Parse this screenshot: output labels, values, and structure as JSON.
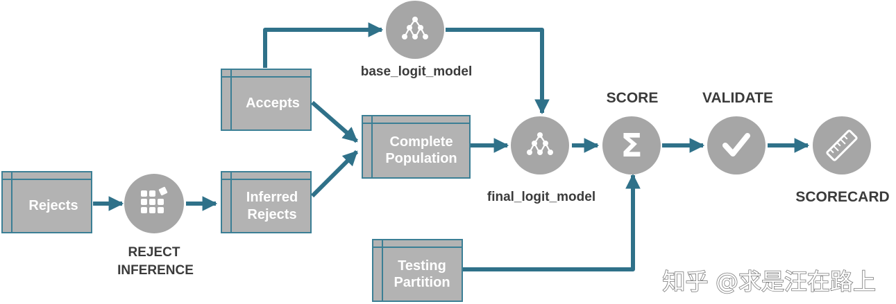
{
  "nodes": {
    "rejects": "Rejects",
    "accepts": "Accepts",
    "inferred_rejects": [
      "Inferred",
      "Rejects"
    ],
    "complete_population": [
      "Complete",
      "Population"
    ],
    "testing_partition": [
      "Testing",
      "Partition"
    ]
  },
  "labels": {
    "reject_inference": [
      "REJECT",
      "INFERENCE"
    ],
    "base_logit_model": "base_logit_model",
    "final_logit_model": "final_logit_model",
    "score": "SCORE",
    "validate": "VALIDATE",
    "scorecard": "SCORECARD"
  },
  "icons": {
    "reject_inference": "grid-icon",
    "base_logit_model": "tree-icon",
    "final_logit_model": "tree-icon",
    "score": "sigma-icon",
    "validate": "checkmark-icon",
    "scorecard": "ruler-icon"
  },
  "watermark": "知乎 @求是汪在路上",
  "colors": {
    "box_fill": "#b3b3b3",
    "box_border": "#3b7f95",
    "circle_fill": "#a6a6a6",
    "arrow": "#2f7189",
    "label": "#3b3b3b"
  }
}
